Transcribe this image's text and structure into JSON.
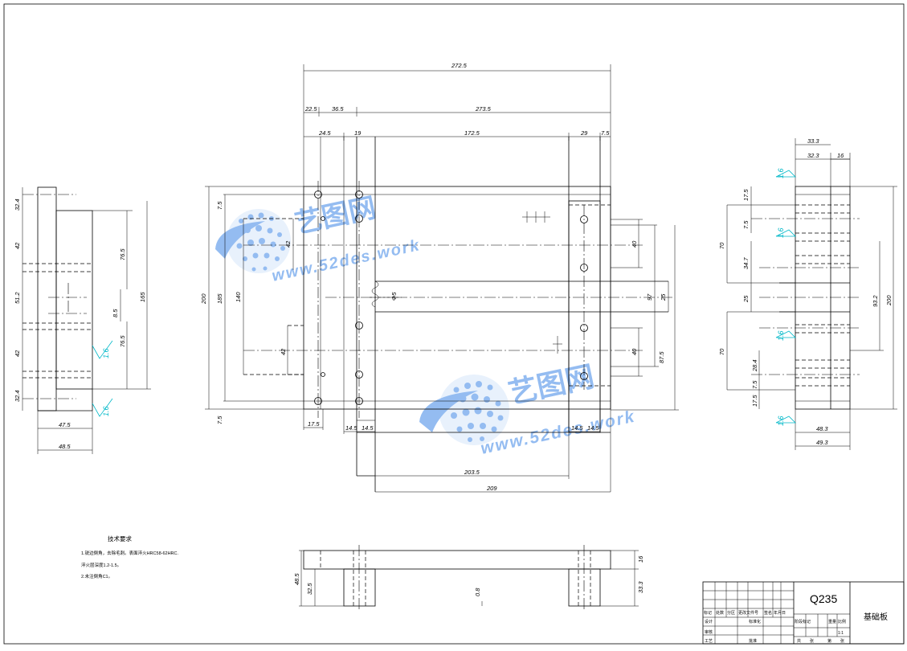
{
  "drawing": {
    "material": "Q235",
    "part_name": "基础板",
    "notes_title": "技术要求",
    "notes": [
      "1.锐边倒角，去除毛刺。表面淬火HRC58-62HRC.",
      "淬火层深度1.2-1.5。",
      "2.未注倒角C1。"
    ],
    "watermark_brand": "艺图网",
    "watermark_url": "www.52des.work",
    "roughness": "1.6"
  },
  "title_block": {
    "header_cells": [
      "标记",
      "处数",
      "分区",
      "更改文件号",
      "签名",
      "年月日"
    ],
    "row_labels": [
      "设计",
      "标准化",
      "审核",
      "工艺",
      "批准"
    ],
    "right_labels": [
      "阶段标记",
      "重量",
      "比例"
    ],
    "scale": "1:1",
    "sheet_labels": [
      "共",
      "张",
      "第",
      "张"
    ]
  },
  "dims": {
    "top": [
      "272.5",
      "22.5",
      "36.5",
      "273.5",
      "24.5",
      "19",
      "172.5",
      "29",
      "7.5"
    ],
    "front_left": [
      "200",
      "185",
      "140",
      "42",
      "42",
      "7.5",
      "7.5"
    ],
    "front_right": [
      "40",
      "97",
      "25",
      "40",
      "87.5"
    ],
    "front_inner": [
      "Φ5"
    ],
    "front_bottom": [
      "17.5",
      "14.5",
      "14.5",
      "14.5",
      "14.5",
      "203.5",
      "209"
    ],
    "left_view": [
      "32.4",
      "42",
      "51.2",
      "42",
      "32.4",
      "76.5",
      "8.5",
      "76.5",
      "165",
      "47.5",
      "48.5"
    ],
    "right_view": [
      "33.3",
      "32.3",
      "16",
      "17.5",
      "7.5",
      "70",
      "34.7",
      "25",
      "70",
      "28.4",
      "7.5",
      "17.5",
      "93.2",
      "200",
      "48.3",
      "49.3"
    ],
    "bottom_view": [
      "48.5",
      "32.5",
      "16",
      "33.3",
      "0.8"
    ]
  }
}
